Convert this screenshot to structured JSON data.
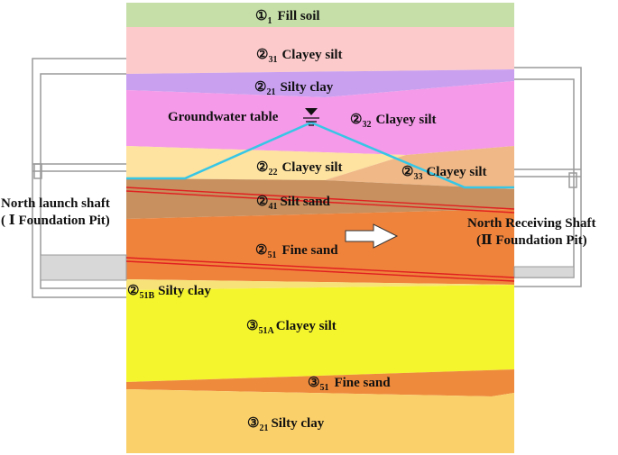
{
  "layers": {
    "fill_soil": {
      "num": "①",
      "sub": "1",
      "name": "Fill soil"
    },
    "clayey_silt_31": {
      "num": "②",
      "sub": "31",
      "name": "Clayey silt"
    },
    "silty_clay_21": {
      "num": "②",
      "sub": "21",
      "name": "Silty clay"
    },
    "clayey_silt_32": {
      "num": "②",
      "sub": "32",
      "name": "Clayey silt"
    },
    "clayey_silt_22": {
      "num": "②",
      "sub": "22",
      "name": "Clayey silt"
    },
    "clayey_silt_33": {
      "num": "②",
      "sub": "33",
      "name": "Clayey silt"
    },
    "silt_sand_41": {
      "num": "②",
      "sub": "41",
      "name": "Silt sand"
    },
    "fine_sand_51": {
      "num": "②",
      "sub": "51",
      "name": "Fine sand"
    },
    "silty_clay_51b": {
      "num": "②",
      "sub": "51B",
      "name": "Silty clay"
    },
    "clayey_silt_51a": {
      "num": "③",
      "sub": "51A",
      "name": "Clayey silt"
    },
    "fine_sand_3_51": {
      "num": "③",
      "sub": "51",
      "name": "Fine sand"
    },
    "silty_clay_3_21": {
      "num": "③",
      "sub": "21",
      "name": "Silty clay"
    }
  },
  "groundwater": {
    "label": "Groundwater table"
  },
  "north_launch": {
    "line1": "North launch shaft",
    "line2": "( Ⅰ Foundation Pit)"
  },
  "north_receiving": {
    "line1": "North Receiving Shaft",
    "line2": "(Ⅱ Foundation Pit)"
  },
  "colors": {
    "fill_soil": "#c6dfa8",
    "clayey_silt_31": "#fccaca",
    "silty_clay_21": "#c9a0f0",
    "clayey_silt_32": "#f49ae8",
    "clayey_silt_22": "#fde2a0",
    "clayey_silt_33": "#f0b887",
    "silt_sand_41": "#c7905e",
    "fine_sand_51": "#f0833c",
    "silty_clay_51b": "#f7e27a",
    "clayey_silt_51a": "#f5f52e",
    "fine_sand_3_51": "#ee8a3c",
    "silty_clay_3_21": "#fad06a",
    "water_line": "#36c6e6",
    "tunnel_line": "#e02020"
  }
}
